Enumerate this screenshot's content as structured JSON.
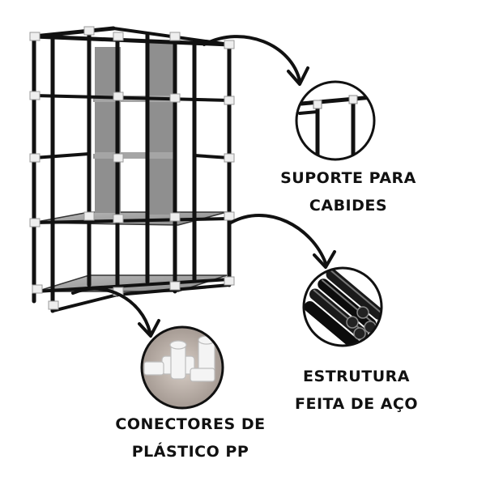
{
  "features": {
    "hanger_support": {
      "line1": "SUPORTE PARA",
      "line2": "CABIDES"
    },
    "steel_structure": {
      "line1": "ESTRUTURA",
      "line2": "FEITA DE AÇO"
    },
    "pp_connectors": {
      "line1": "CONECTORES DE",
      "line2": "PLÁSTICO PP"
    }
  },
  "colors": {
    "frame": "#111111",
    "panel": "#9a9a9a",
    "connector": "#e8e8e8",
    "text": "#111111"
  }
}
